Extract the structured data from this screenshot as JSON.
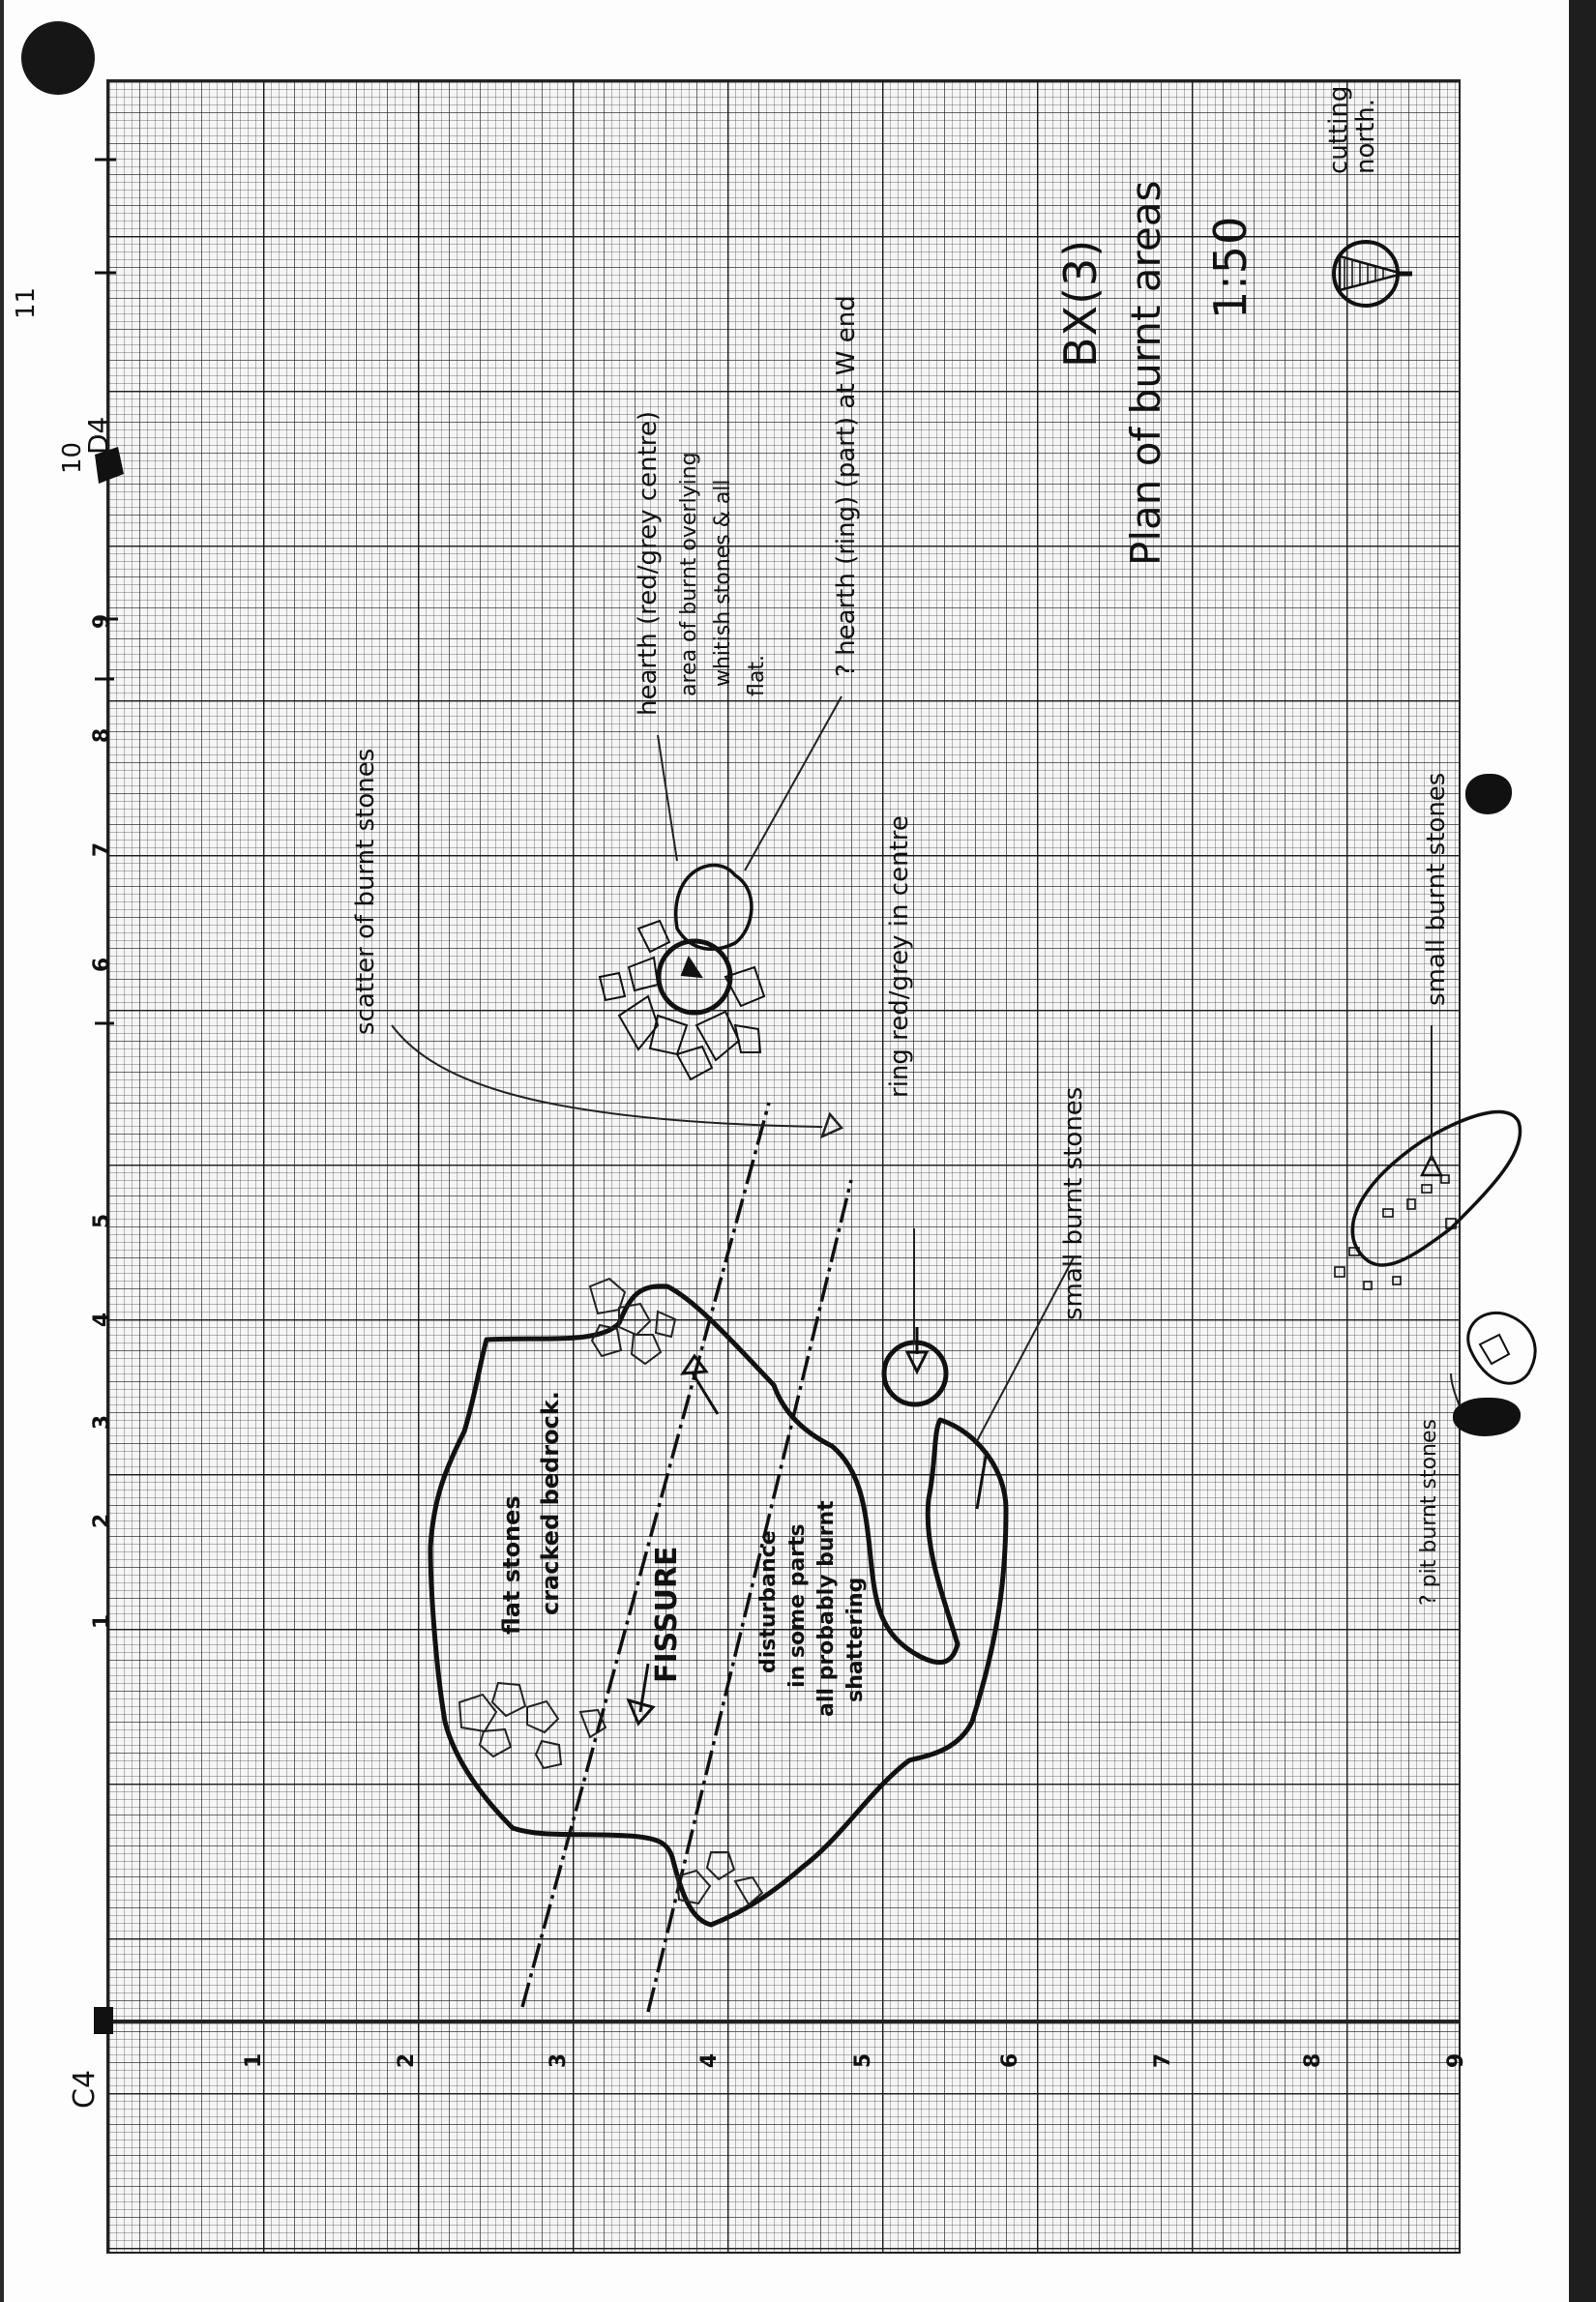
{
  "document": {
    "type": "archaeological site plan on graph paper (scanned, rotated)",
    "title_code": "BX(3)",
    "title": "Plan of burnt areas",
    "scale": "1:50",
    "north_label": "cutting north.",
    "north_icon": "north-arrow-icon"
  },
  "datum_points": {
    "bottom_left": "C4",
    "top_left": "D4",
    "top_left_numbers": [
      "10",
      "11"
    ]
  },
  "axes": {
    "bottom": {
      "labels": [
        "1",
        "2",
        "3",
        "4",
        "5",
        "6",
        "7",
        "8",
        "9"
      ],
      "unit": "metres"
    },
    "left": {
      "labels": [
        "1",
        "2",
        "3",
        "4",
        "5",
        "6",
        "7",
        "8",
        "9"
      ],
      "unit": "metres"
    }
  },
  "annotations": {
    "hearth": "hearth (red/grey centre)",
    "hearth_area_line1": "area of burnt overlying",
    "hearth_area_line2": "whitish stones & all",
    "hearth_area_line3": "flat.",
    "hearth_ring": "? hearth (ring) (part) at W end",
    "scatter": "scatter of burnt stones",
    "ring": "ring red/grey in centre",
    "small_burnt_1": "small burnt stones",
    "small_burnt_2": "small burnt stones",
    "pit": "? pit burnt stones",
    "flat_stones_line1": "flat stones",
    "flat_stones_line2": "cracked bedrock.",
    "fissure": "FISSURE",
    "disturbance_line1": "disturbance",
    "disturbance_line2": "in some parts",
    "disturbance_line3": "all probably burnt",
    "disturbance_line4": "shattering"
  },
  "colors": {
    "ink": "#111111",
    "paper": "#f6f6f6",
    "grid": "#222222",
    "border": "#1e1e1e"
  }
}
